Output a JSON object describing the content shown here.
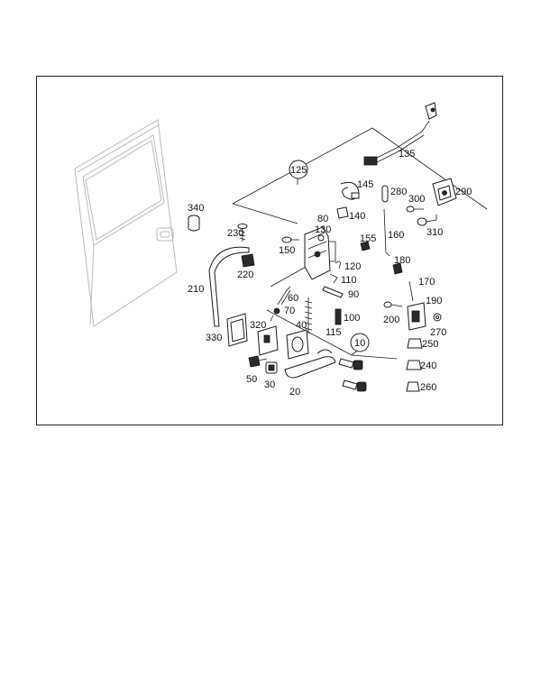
{
  "diagram": {
    "callouts": [
      "340",
      "230",
      "220",
      "210",
      "330",
      "320",
      "70",
      "60",
      "50",
      "30",
      "20",
      "40",
      "115",
      "100",
      "90",
      "110",
      "120",
      "150",
      "130",
      "80",
      "155",
      "140",
      "145",
      "125",
      "135",
      "280",
      "300",
      "290",
      "310",
      "160",
      "180",
      "170",
      "190",
      "200",
      "270",
      "250",
      "240",
      "260",
      "10"
    ],
    "circled": [
      "125",
      "10"
    ]
  }
}
